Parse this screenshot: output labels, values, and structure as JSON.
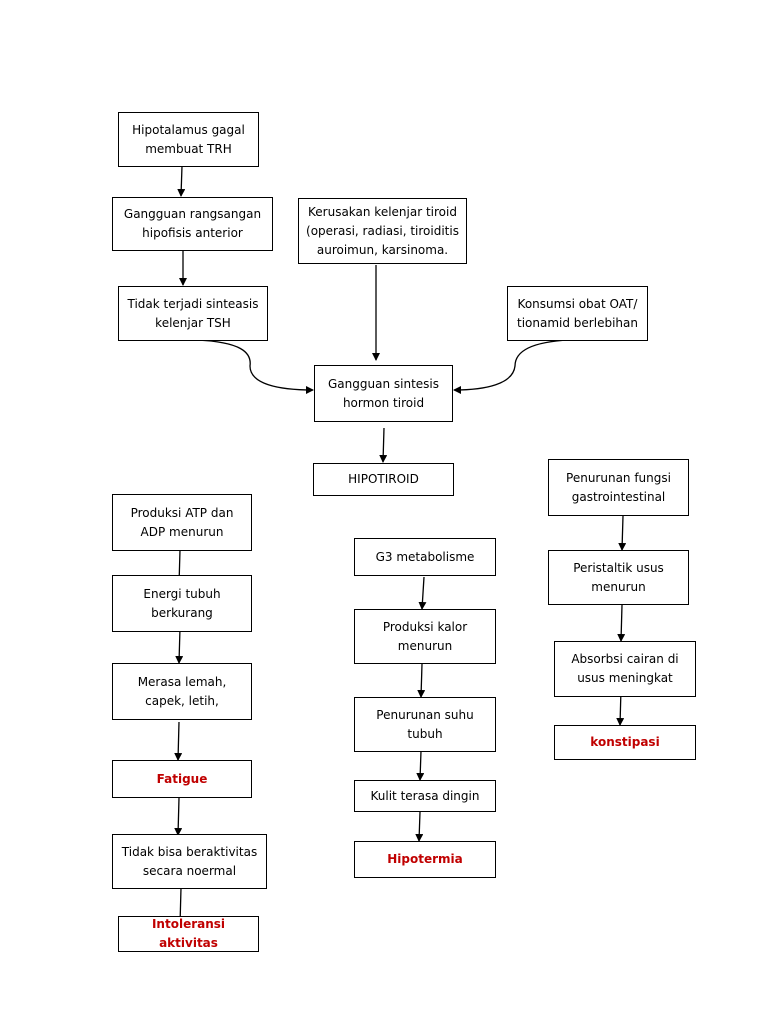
{
  "nodes": {
    "hipotalamus": "Hipotalamus gagal\nmembuat TRH",
    "gangguan_rangsangan": "Gangguan rangsangan\nhipofisis anterior",
    "tidak_sinteasis": "Tidak terjadi sinteasis\nkelenjar TSH",
    "kerusakan": "Kerusakan kelenjar tiroid\n(operasi, radiasi, tiroiditis\nauroimun, karsinoma.",
    "konsumsi_oat": "Konsumsi obat OAT/\ntionamid berlebihan",
    "gangguan_sintesis": "Gangguan sintesis\nhormon tiroid",
    "hipotiroid": "HIPOTIROID",
    "produksi_atp": "Produksi ATP dan\nADP menurun",
    "energi": "Energi tubuh\nberkurang",
    "merasa_lemah": "Merasa lemah,\ncapek, letih,",
    "fatigue": "Fatigue",
    "tidak_beraktivitas": "Tidak bisa beraktivitas\nsecara noermal",
    "intoleransi": "Intoleransi aktivitas",
    "g3_metabolisme": "G3 metabolisme",
    "produksi_kalor": "Produksi kalor\nmenurun",
    "penurunan_suhu": "Penurunan suhu\ntubuh",
    "kulit_dingin": "Kulit terasa dingin",
    "hipotermia": "Hipotermia",
    "penurunan_fungsi": "Penurunan fungsi\ngastrointestinal",
    "peristaltik": "Peristaltik usus\nmenurun",
    "absorbsi": "Absorbsi cairan di\nusus meningkat",
    "konstipasi": "konstipasi"
  },
  "colors": {
    "line": "#000000",
    "diagnosis_text": "#c00000"
  }
}
